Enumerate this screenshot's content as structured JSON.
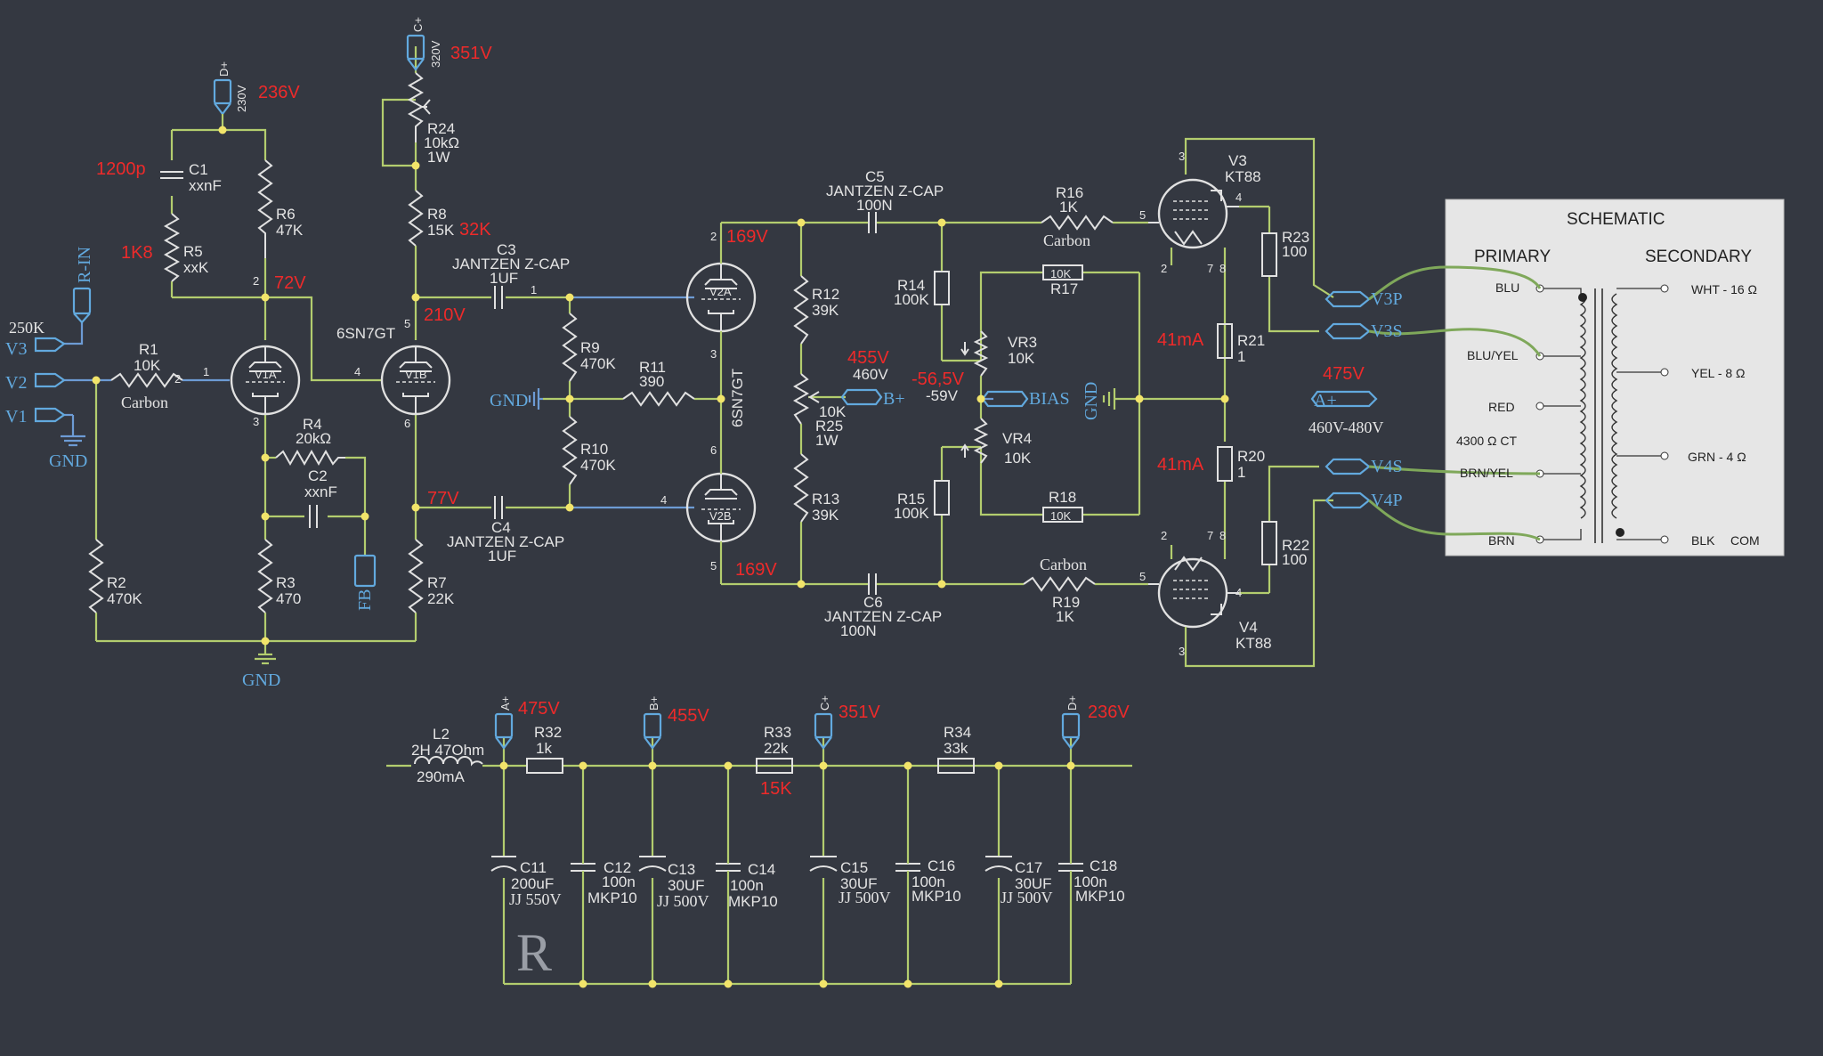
{
  "input": {
    "r_in": "R-IN",
    "v3_pot": "250K",
    "v3": "V3",
    "v2": "V2",
    "v1": "V1",
    "gnd": "GND"
  },
  "rails": {
    "d": "D+",
    "d_v": "230V",
    "d_meas": "236V",
    "c": "C+",
    "c_v": "320V",
    "c_meas": "351V"
  },
  "parts": {
    "c1": "C1",
    "c1_v": "xxnF",
    "c1_meas": "1200p",
    "r5": "R5",
    "r5_v": "xxK",
    "r5_meas": "1K8",
    "r6": "R6",
    "r6_v": "47K",
    "v1a_plate": "72V",
    "r1": "R1",
    "r1_v": "10K",
    "r1_t": "Carbon",
    "v1a": "V1A",
    "v1b": "V1B",
    "tube1": "6SN7GT",
    "r4": "R4",
    "r4_v": "20kΩ",
    "c2": "C2",
    "c2_v": "xxnF",
    "fb": "FB",
    "r3": "R3",
    "r3_v": "470",
    "r2": "R2",
    "r2_v": "470K",
    "gnd2": "GND",
    "r24": "R24",
    "r24_v": "10kΩ",
    "r24_w": "1W",
    "r8": "R8",
    "r8_v": "15K",
    "r8_meas": "32K",
    "v1b_plate": "210V",
    "v1b_cath": "77V",
    "r7": "R7",
    "r7_v": "22K",
    "c3": "C3",
    "c3_t": "JANTZEN Z-CAP",
    "c3_v": "1UF",
    "c4": "C4",
    "c4_t": "JANTZEN Z-CAP",
    "c4_v": "1UF",
    "gnd3": "GND",
    "r9": "R9",
    "r9_v": "470K",
    "r11": "R11",
    "r11_v": "390",
    "r10": "R10",
    "r10_v": "470K",
    "v2a": "V2A",
    "v2b": "V2B",
    "tube2": "6SN7GT",
    "v2a_plate": "169V",
    "v2b_plate": "169V",
    "c5": "C5",
    "c5_t": "JANTZEN Z-CAP",
    "c5_v": "100N",
    "c6": "C6",
    "c6_t": "JANTZEN Z-CAP",
    "c6_v": "100N",
    "r12": "R12",
    "r12_v": "39K",
    "r13": "R13",
    "r13_v": "39K",
    "r25_meas": "455V",
    "r25_v2": "460V",
    "r25_v": "10K",
    "r25": "R25",
    "r25_w": "1W",
    "bplus": "B+",
    "bias_meas": "-56,5V",
    "bias_v": "-59V",
    "bias": "BIAS",
    "r14": "R14",
    "r14_v": "100K",
    "r15": "R15",
    "r15_v": "100K",
    "vr3": "VR3",
    "vr3_v": "10K",
    "vr4": "VR4",
    "vr4_v": "10K",
    "r17": "R17",
    "r17_v": "10K",
    "r18": "R18",
    "r18_v": "10K",
    "r16": "R16",
    "r16_v": "1K",
    "r16_t": "Carbon",
    "r19": "R19",
    "r19_v": "1K",
    "r19_t": "Carbon",
    "gnd4": "GND",
    "v3": "V3",
    "v3_t": "KT88",
    "v4": "V4",
    "v4_t": "KT88",
    "r21": "R21",
    "r21_v": "1",
    "r21_meas": "41mA",
    "r20": "R20",
    "r20_v": "1",
    "r20_meas": "41mA",
    "r23": "R23",
    "r23_v": "100",
    "r22": "R22",
    "r22_v": "100",
    "aplus_meas": "475V",
    "aplus": "A+",
    "aplus_v": "460V-480V",
    "v3p": "V3P",
    "v3s": "V3S",
    "v4s": "V4S",
    "v4p": "V4P"
  },
  "transformer": {
    "title": "SCHEMATIC",
    "primary": "PRIMARY",
    "secondary": "SECONDARY",
    "blu": "BLU",
    "bluyel": "BLU/YEL",
    "red": "RED",
    "ct": "4300 Ω CT",
    "brnyel": "BRN/YEL",
    "brn": "BRN",
    "wht": "WHT - 16 Ω",
    "yel": "YEL - 8 Ω",
    "grn": "GRN - 4 Ω",
    "blk": "BLK",
    "com": "COM"
  },
  "psu": {
    "l2": "L2",
    "l2_v": "2H 47Ohm",
    "l2_i": "290mA",
    "a": "A+",
    "a_meas": "475V",
    "b": "B+",
    "b_meas": "455V",
    "c": "C+",
    "c_meas": "351V",
    "d": "D+",
    "d_meas": "236V",
    "r32": "R32",
    "r32_v": "1k",
    "r33": "R33",
    "r33_v": "22k",
    "r33_meas": "15K",
    "r34": "R34",
    "r34_v": "33k",
    "c11": "C11",
    "c11_v": "200uF",
    "c11_t": "JJ 550V",
    "c12": "C12",
    "c12_v": "100n",
    "c12_t": "MKP10",
    "c13": "C13",
    "c13_v": "30UF",
    "c13_t": "JJ 500V",
    "c14": "C14",
    "c14_v": "100n",
    "c14_t": "MKP10",
    "c15": "C15",
    "c15_v": "30UF",
    "c15_t": "JJ 500V",
    "c16": "C16",
    "c16_v": "100n",
    "c16_t": "MKP10",
    "c17": "C17",
    "c17_v": "30UF",
    "c17_t": "JJ 500V",
    "c18": "C18",
    "c18_v": "100n",
    "c18_t": "MKP10",
    "mark": "R"
  },
  "colors": {
    "background": "#343841",
    "wire": "#b3cd6e",
    "net_label": "#62a9de",
    "measurement": "#ee2a2a",
    "component": "#e1e1e1",
    "panel": "#e6e6e6"
  }
}
